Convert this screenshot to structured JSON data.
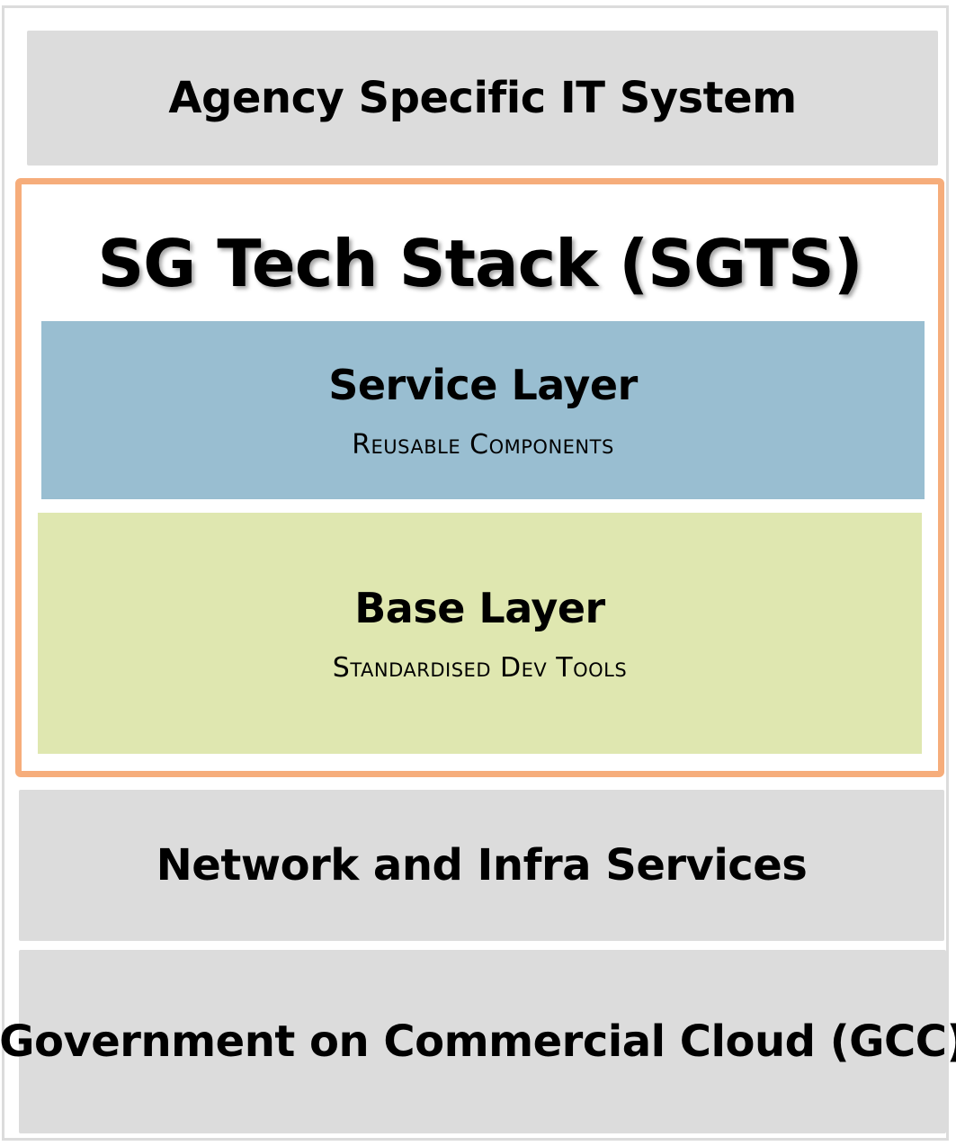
{
  "layers": {
    "agency": {
      "title": "Agency Specific IT System",
      "color": "#dcdcdc"
    },
    "sgts": {
      "title": "SG Tech Stack (SGTS)",
      "border_color": "#f6ad7b",
      "service": {
        "title": "Service Layer",
        "subtitle": "Reusable Components",
        "color": "#99bed1"
      },
      "base": {
        "title": "Base Layer",
        "subtitle": "Standardised Dev Tools",
        "color": "#dfe7b0"
      }
    },
    "network": {
      "title": "Network and Infra Services",
      "color": "#dcdcdc"
    },
    "gcc": {
      "title": "Government on Commercial Cloud (GCC)",
      "color": "#dcdcdc"
    }
  }
}
